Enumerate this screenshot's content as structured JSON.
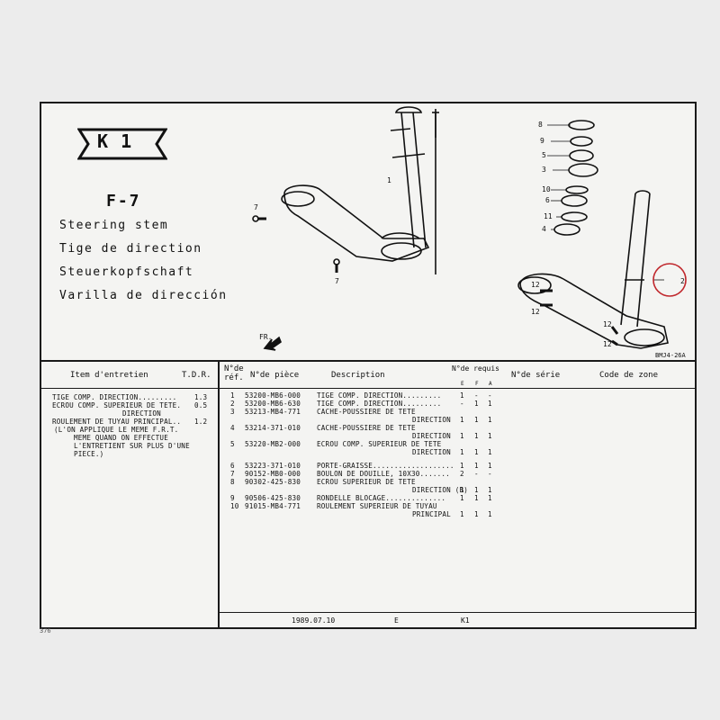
{
  "ref_label": "K   1",
  "figure_number": "F-7",
  "titles": [
    "Steering stem",
    "Tige de direction",
    "Steuerkopfschaft",
    "Varilla de dirección"
  ],
  "diagram": {
    "fr_label": "FR.",
    "drawing_code": "BMJ4-26A",
    "callouts": [
      "1",
      "2",
      "3",
      "4",
      "5",
      "6",
      "7",
      "7",
      "8",
      "9",
      "10",
      "11",
      "12",
      "12",
      "12",
      "12"
    ]
  },
  "table_headers": {
    "item": "Item d'entretien",
    "tdr": "T.D.R.",
    "ref": "N°de réf.",
    "part": "N°de pièce",
    "description": "Description",
    "required": "N°de requis",
    "sub_cols": [
      "E",
      "F",
      "A"
    ],
    "serial": "N°de série",
    "code": "Code de zone"
  },
  "maintenance": [
    {
      "text": "TIGE COMP. DIRECTION.........",
      "tdr": "1.3"
    },
    {
      "text": "ECROU COMP. SUPERIEUR DE TETE.",
      "tdr": "0.5"
    },
    {
      "text": "DIRECTION",
      "tdr": ""
    },
    {
      "text": "ROULEMENT DE TUYAU PRINCIPAL..",
      "tdr": "1.2"
    },
    {
      "text": "(L'ON APPLIQUE LE MEME F.R.T.",
      "tdr": ""
    },
    {
      "text": "MEME QUAND ON EFFECTUE",
      "tdr": ""
    },
    {
      "text": "L'ENTRETIENT SUR PLUS D'UNE",
      "tdr": ""
    },
    {
      "text": "PIECE.)",
      "tdr": ""
    }
  ],
  "parts": [
    {
      "ref": "1",
      "part": "53200-MB6-000",
      "desc": "TIGE COMP. DIRECTION.........",
      "q1": "1",
      "q2": "-",
      "q3": "-"
    },
    {
      "ref": "2",
      "part": "53200-MB6-630",
      "desc": "TIGE COMP. DIRECTION.........",
      "q1": "-",
      "q2": "1",
      "q3": "1"
    },
    {
      "ref": "3",
      "part": "53213-MB4-771",
      "desc": "CACHE-POUSSIERE DE TETE",
      "q1": "",
      "q2": "",
      "q3": ""
    },
    {
      "ref": "",
      "part": "",
      "desc": "DIRECTION",
      "q1": "1",
      "q2": "1",
      "q3": "1"
    },
    {
      "ref": "4",
      "part": "53214-371-010",
      "desc": "CACHE-POUSSIERE DE TETE",
      "q1": "",
      "q2": "",
      "q3": ""
    },
    {
      "ref": "",
      "part": "",
      "desc": "DIRECTION",
      "q1": "1",
      "q2": "1",
      "q3": "1"
    },
    {
      "ref": "5",
      "part": "53220-MB2-000",
      "desc": "ECROU COMP. SUPERIEUR DE TETE",
      "q1": "",
      "q2": "",
      "q3": ""
    },
    {
      "ref": "",
      "part": "",
      "desc": "DIRECTION",
      "q1": "1",
      "q2": "1",
      "q3": "1"
    },
    {
      "ref": "6",
      "part": "53223-371-010",
      "desc": "PORTE-GRAISSE...................",
      "q1": "1",
      "q2": "1",
      "q3": "1"
    },
    {
      "ref": "7",
      "part": "90152-MB0-000",
      "desc": "BOULON DE DOUILLE, 10X30.......",
      "q1": "2",
      "q2": "-",
      "q3": "-"
    },
    {
      "ref": "8",
      "part": "90302-425-830",
      "desc": "ECROU SUPERIEUR DE TETE",
      "q1": "",
      "q2": "",
      "q3": ""
    },
    {
      "ref": "",
      "part": "",
      "desc": "DIRECTION (B)",
      "q1": "1",
      "q2": "1",
      "q3": "1"
    },
    {
      "ref": "9",
      "part": "90506-425-830",
      "desc": "RONDELLE BLOCAGE..............",
      "q1": "1",
      "q2": "1",
      "q3": "1"
    },
    {
      "ref": "10",
      "part": "91015-MB4-771",
      "desc": "ROULEMENT SUPERIEUR DE TUYAU",
      "q1": "",
      "q2": "",
      "q3": ""
    },
    {
      "ref": "",
      "part": "",
      "desc": "PRINCIPAL",
      "q1": "1",
      "q2": "1",
      "q3": "1"
    }
  ],
  "footer": {
    "date": "1989.07.10",
    "lang": "E",
    "model": "K1"
  },
  "page_corner": "376"
}
